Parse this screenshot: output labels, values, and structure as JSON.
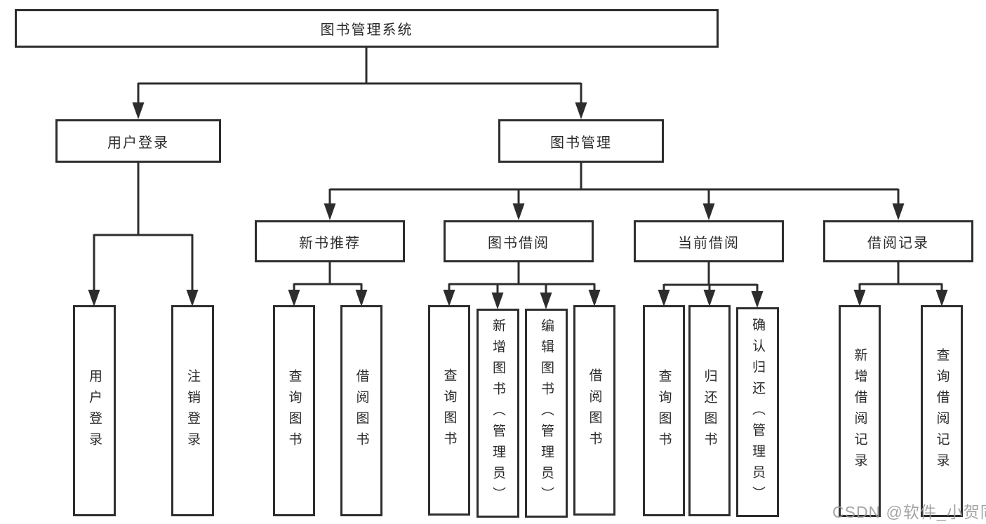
{
  "diagram_title": "图书管理系统",
  "nodes": {
    "root": "图书管理系统",
    "user_login": "用户登录",
    "book_management": "图书管理",
    "new_book_recommend": "新书推荐",
    "book_borrowing": "图书借阅",
    "current_borrowing": "当前借阅",
    "borrowing_records": "借阅记录",
    "leaf_user_login": "用户登录",
    "leaf_logout": "注销登录",
    "leaf_query_books_rec": "查询图书",
    "leaf_borrow_books_rec": "借阅图书",
    "leaf_query_books_borrow": "查询图书",
    "leaf_add_books_admin": "新增图书（管理员）",
    "leaf_edit_books_admin": "编辑图书（管理员）",
    "leaf_borrow_books_borrow": "借阅图书",
    "leaf_query_books_current": "查询图书",
    "leaf_return_books": "归还图书",
    "leaf_confirm_return_admin": "确认归还（管理员）",
    "leaf_add_borrow_record": "新增借阅记录",
    "leaf_query_borrow_record": "查询借阅记录"
  },
  "hierarchy": {
    "图书管理系统": {
      "用户登录": [
        "用户登录",
        "注销登录"
      ],
      "图书管理": {
        "新书推荐": [
          "查询图书",
          "借阅图书"
        ],
        "图书借阅": [
          "查询图书",
          "新增图书（管理员）",
          "编辑图书（管理员）",
          "借阅图书"
        ],
        "当前借阅": [
          "查询图书",
          "归还图书",
          "确认归还（管理员）"
        ],
        "借阅记录": [
          "新增借阅记录",
          "查询借阅记录"
        ]
      }
    }
  },
  "watermark": "CSDN @软件_小贺同学",
  "colors": {
    "line": "#2d2d2d",
    "border": "#2d2d2d",
    "text": "#2a2a2a",
    "watermark": "#989898",
    "background": "#ffffff"
  }
}
